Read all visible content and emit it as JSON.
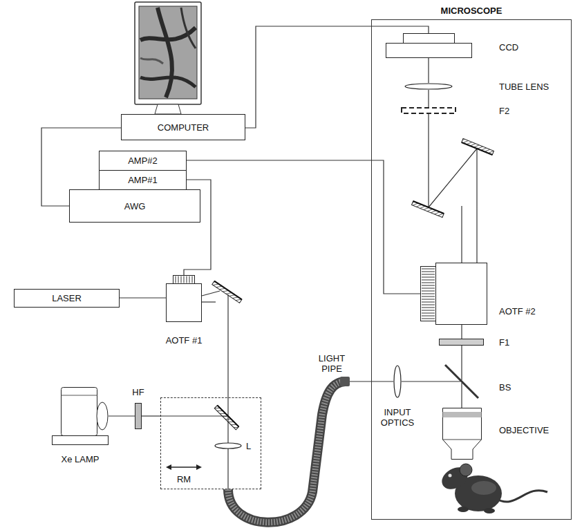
{
  "diagram": {
    "nodes": [
      {
        "text": [
          "COMPUTER"
        ]
      },
      {
        "text": [
          "AMP#2"
        ]
      },
      {
        "text": [
          "AMP#1"
        ]
      },
      {
        "text": [
          "AWG"
        ]
      },
      {
        "text": [
          "LASER"
        ]
      },
      {
        "text": [
          "AOTF #1"
        ]
      },
      {
        "text": [
          "Xe LAMP"
        ]
      },
      {
        "text": [
          "HF"
        ]
      },
      {
        "text": [
          "RM"
        ]
      },
      {
        "text": [
          "L"
        ],
        "in": 8
      },
      {
        "text": [
          "LIGHT PIPE"
        ]
      },
      {
        "text": [
          "MICROSCOPE"
        ]
      },
      {
        "text": [
          "CCD"
        ],
        "in": 11
      },
      {
        "text": [
          "TUBE LENS"
        ],
        "in": 11
      },
      {
        "text": [
          "F2"
        ],
        "in": 11
      },
      {
        "text": [
          "AOTF #2"
        ],
        "in": 11
      },
      {
        "text": [
          "F1"
        ],
        "in": 11
      },
      {
        "text": [
          "INPUT OPTICS"
        ],
        "in": 11
      },
      {
        "text": [
          "BS"
        ],
        "in": 11
      },
      {
        "text": [
          "OBJECTIVE"
        ],
        "in": 11
      }
    ],
    "edges": [
      {
        "from": 0,
        "to": 12,
        "arrow": "none"
      },
      {
        "from": 0,
        "to": 3,
        "arrow": "none"
      },
      {
        "from": 1,
        "to": 15,
        "arrow": "none"
      },
      {
        "from": 2,
        "to": 5,
        "arrow": "none"
      },
      {
        "from": 4,
        "to": 5,
        "arrow": "none"
      },
      {
        "from": 6,
        "to": 7,
        "arrow": "none"
      },
      {
        "from": 7,
        "to": 8,
        "arrow": "none"
      },
      {
        "from": 10,
        "to": 17,
        "arrow": "none"
      },
      {
        "from": 17,
        "to": 18,
        "arrow": "none"
      },
      {
        "from": 18,
        "to": 16,
        "arrow": "none"
      },
      {
        "from": 16,
        "to": 15,
        "arrow": "none"
      },
      {
        "from": 18,
        "to": 19,
        "arrow": "none"
      },
      {
        "from": 14,
        "to": 13,
        "arrow": "none"
      },
      {
        "from": 13,
        "to": 12,
        "arrow": "none"
      }
    ]
  }
}
